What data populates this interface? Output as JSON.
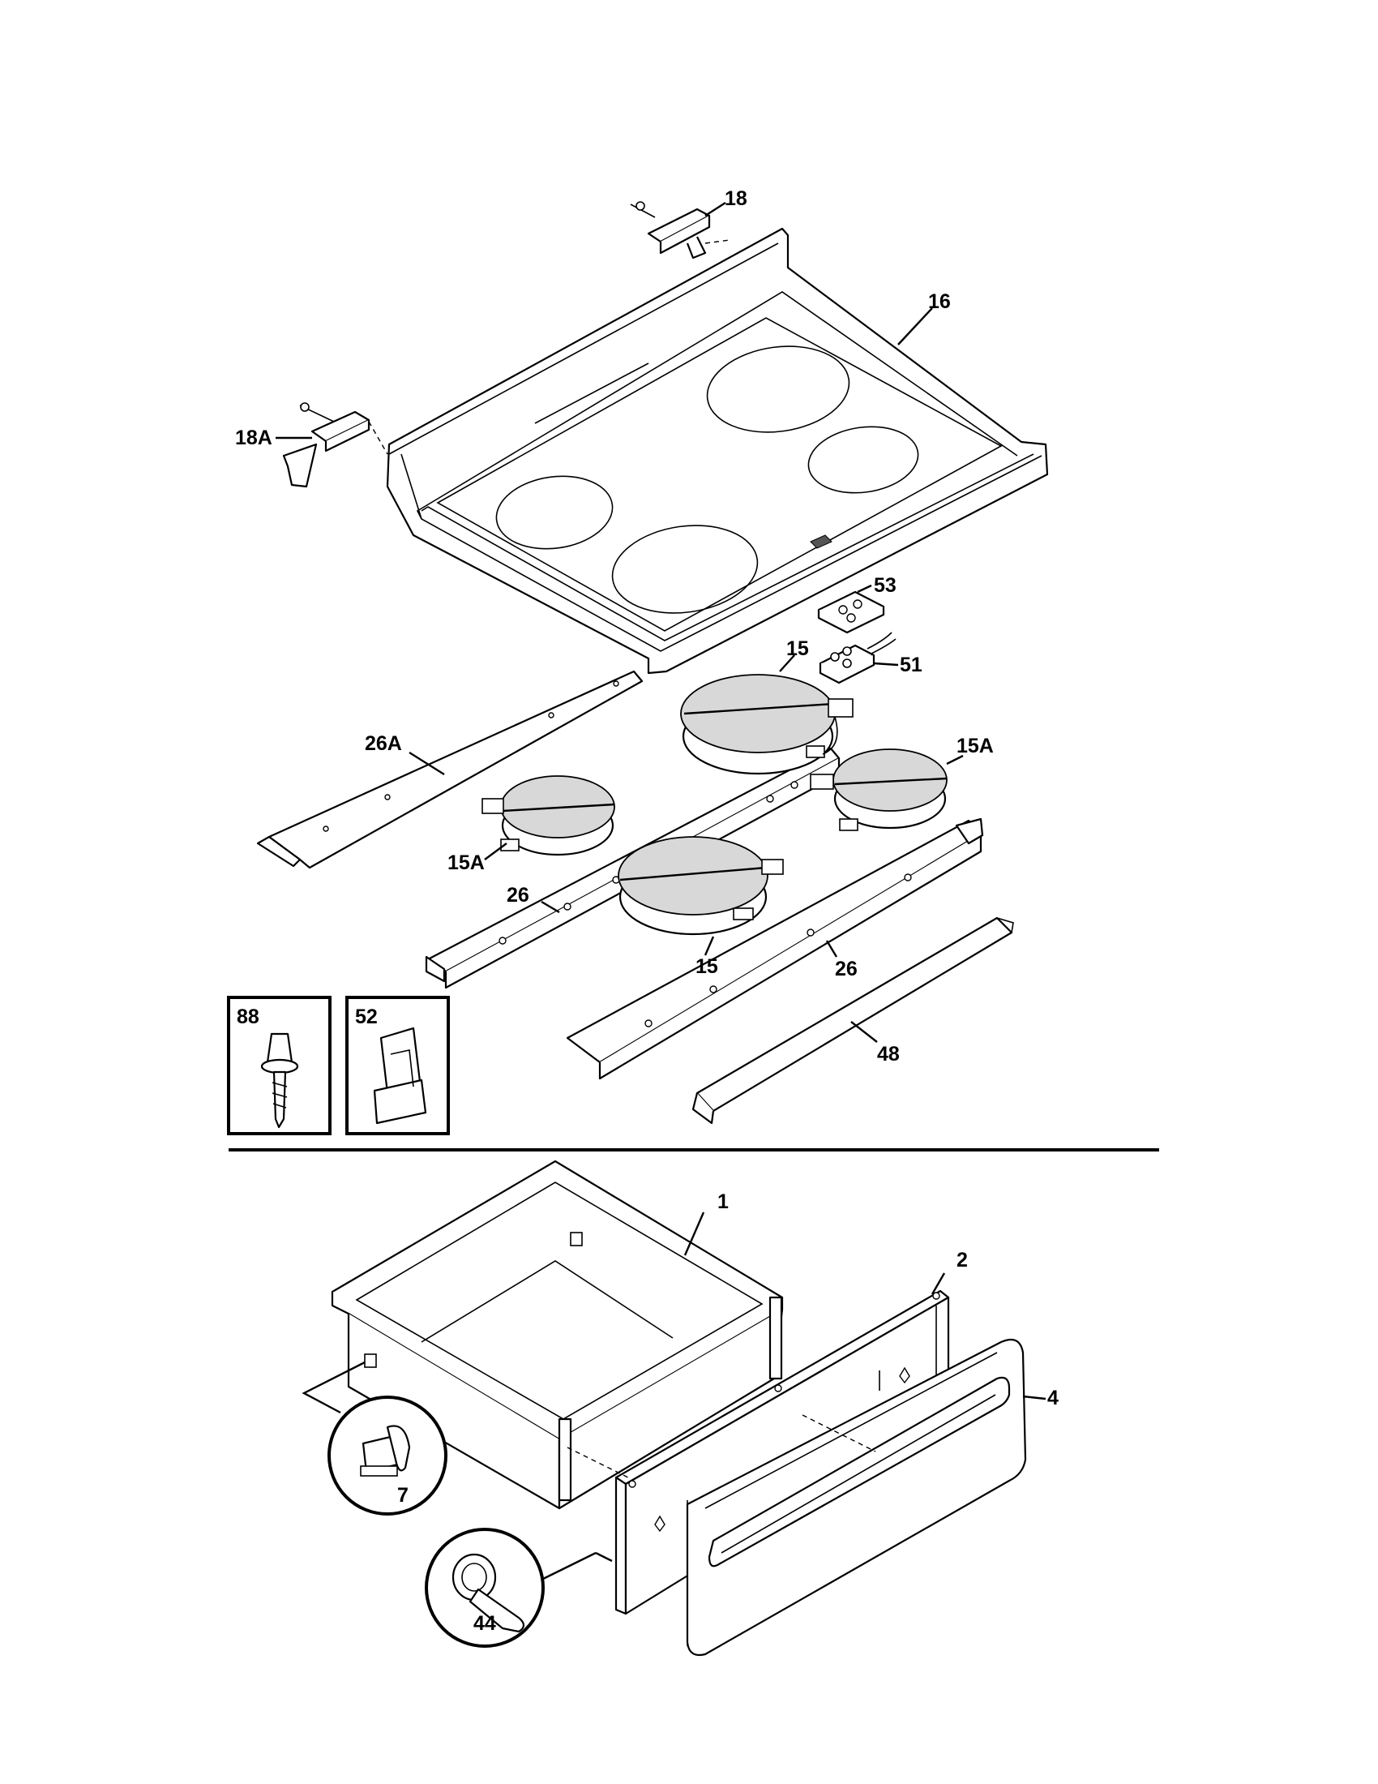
{
  "callouts": {
    "c18": "18",
    "c16": "16",
    "c18A": "18A",
    "c53": "53",
    "c15_top": "15",
    "c51": "51",
    "c26A": "26A",
    "c15A_right": "15A",
    "c15A_left": "15A",
    "c26_left": "26",
    "c15_bottom": "15",
    "c26_right": "26",
    "c88": "88",
    "c52": "52",
    "c48": "48",
    "c1": "1",
    "c2": "2",
    "c4": "4",
    "c7": "7",
    "c44": "44"
  }
}
